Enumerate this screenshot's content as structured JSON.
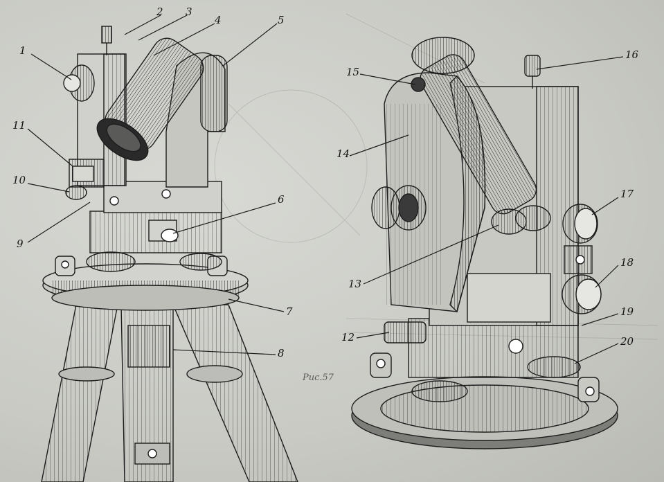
{
  "figure": {
    "caption": "Рис.57",
    "labels": [
      "1",
      "2",
      "3",
      "4",
      "5",
      "6",
      "7",
      "8",
      "9",
      "10",
      "11",
      "12",
      "13",
      "14",
      "15",
      "16",
      "17",
      "18",
      "19",
      "20"
    ]
  },
  "colors": {
    "ink": "#1c1c1c",
    "paper": "#cfd0cb",
    "shade": "#8d8e89"
  }
}
